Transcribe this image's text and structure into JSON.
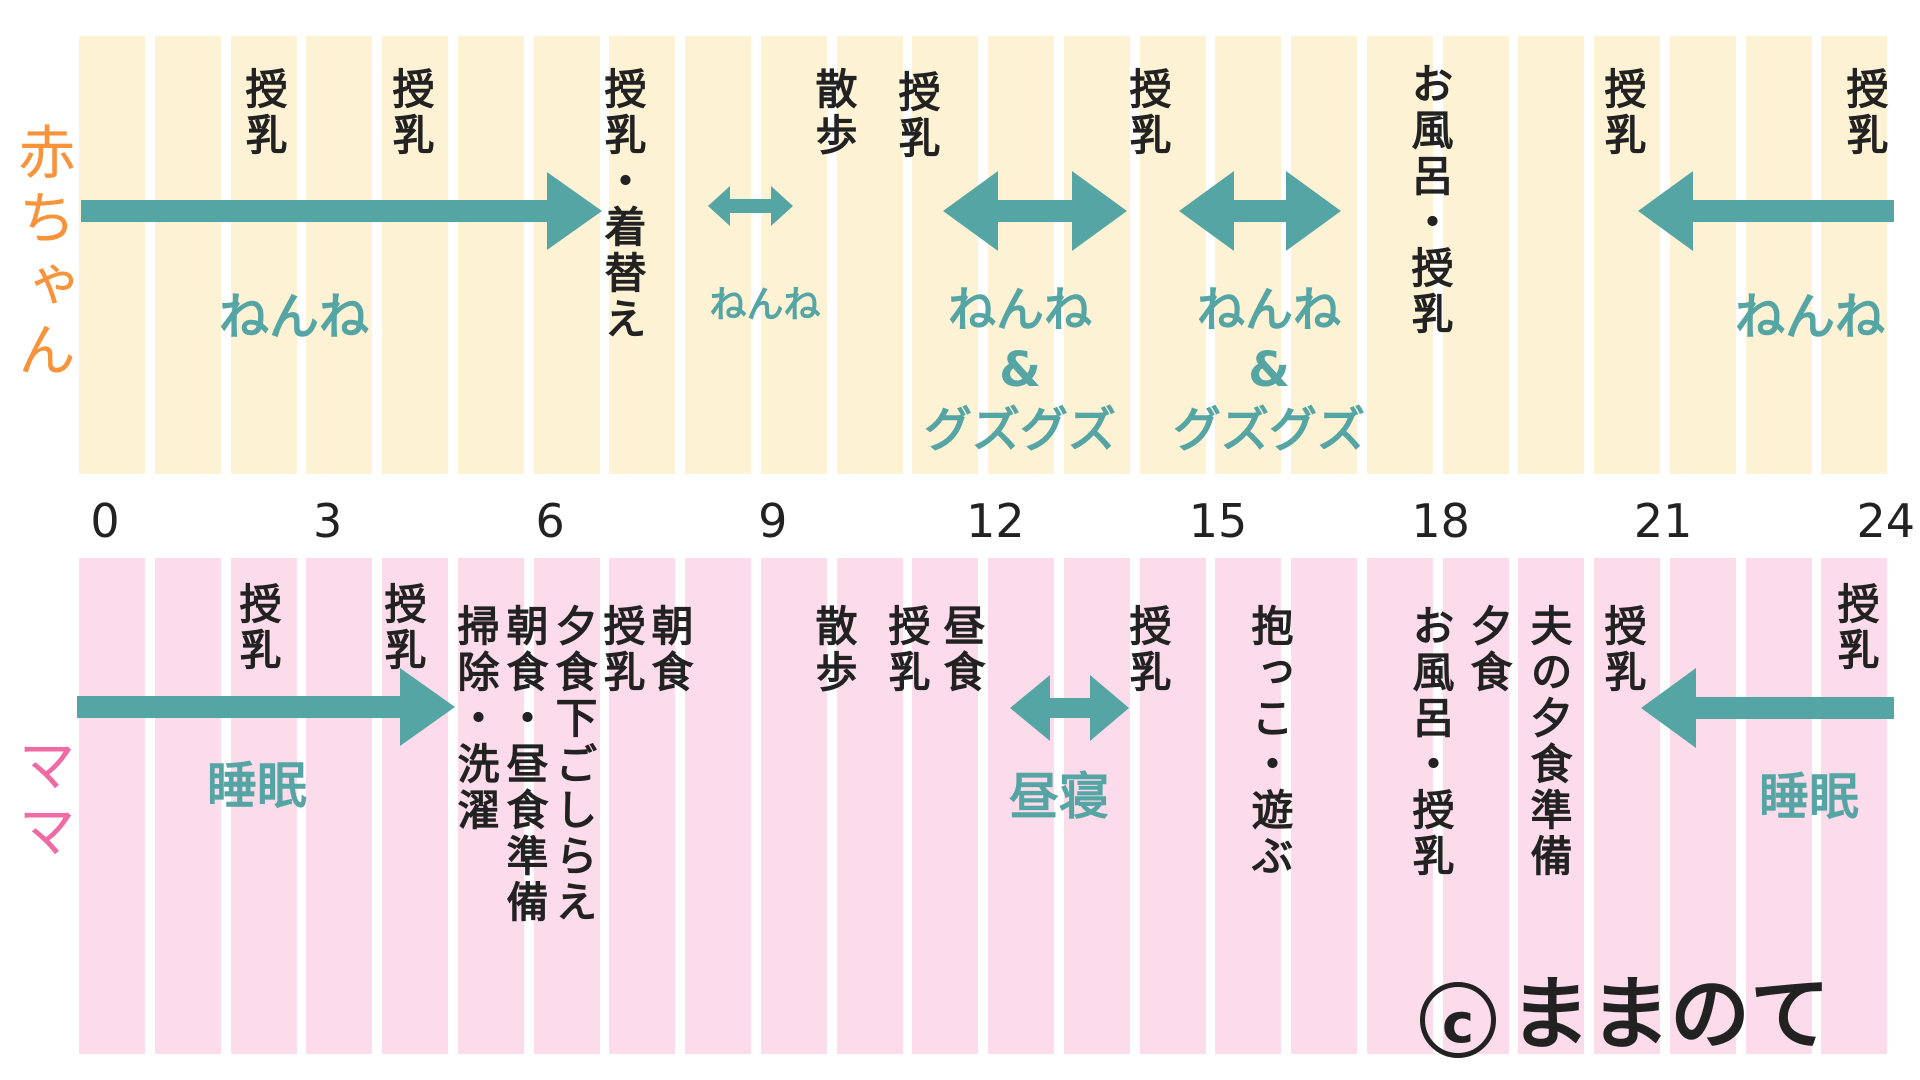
{
  "colors": {
    "baby_band": "#fdf2d3",
    "mama_band": "#fcdbea",
    "arrow": "#56a5a5",
    "baby_label": "#f7933a",
    "mama_label": "#f06aa6"
  },
  "hours": [
    "0",
    "3",
    "6",
    "9",
    "12",
    "15",
    "18",
    "21",
    "24"
  ],
  "baby": {
    "label": "赤ちゃん",
    "activities": [
      "授乳",
      "授乳",
      "授乳・着替え",
      "散歩",
      "授乳",
      "授乳",
      "お風呂・授乳",
      "授乳",
      "授乳"
    ],
    "sleep": {
      "s1": "ねんね",
      "s2": "ねんね",
      "s3": [
        "ねんね",
        "&",
        "グズグズ"
      ],
      "s4": [
        "ねんね",
        "&",
        "グズグズ"
      ],
      "s5": "ねんね"
    }
  },
  "mama": {
    "label": "ママ",
    "activities": [
      "授乳",
      "授乳",
      "掃除・洗濯",
      "朝食・昼食準備",
      "夕食下ごしらえ",
      "授乳",
      "朝食",
      "散歩",
      "授乳",
      "昼食",
      "授乳",
      "抱っこ・遊ぶ",
      "お風呂・授乳",
      "夕食",
      "夫の夕食準備",
      "授乳",
      "授乳"
    ],
    "sleep": {
      "s1": "睡眠",
      "s2": "昼寝",
      "s3": "睡眠"
    }
  },
  "copyright": {
    "symbol": "c",
    "text": "ままのて"
  }
}
